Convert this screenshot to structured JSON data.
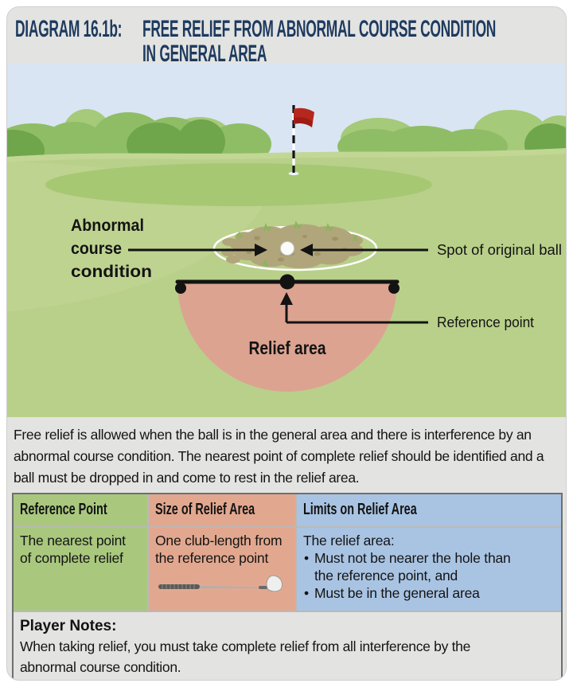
{
  "title": {
    "label": "DIAGRAM 16.1b:",
    "line1": "FREE RELIEF FROM ABNORMAL COURSE CONDITION",
    "line2": "IN GENERAL AREA"
  },
  "scene": {
    "abnormal1": "Abnormal",
    "abnormal2": "course",
    "abnormal3": "condition",
    "spot": "Spot of original ball",
    "reference": "Reference point",
    "relief": "Relief area"
  },
  "intro": {
    "text": "Free relief is allowed when the ball is in the general area and there is interference by an abnormal course condition. The nearest point of complete relief should be identified and a ball must be dropped in and come to rest in the relief area."
  },
  "table": {
    "reference_point": {
      "header": "Reference Point",
      "body": "The nearest point of complete relief"
    },
    "size": {
      "header": "Size of Relief Area",
      "body": "One club-length from the reference point"
    },
    "limits": {
      "header": "Limits on Relief Area",
      "intro": "The relief area:",
      "bullets": [
        "Must not be nearer the hole than the reference point, and",
        "Must be in the general area"
      ]
    }
  },
  "notes": {
    "title": "Player Notes:",
    "body": "When taking relief, you must take complete relief from all interference by the abnormal course condition."
  },
  "colors": {
    "title_navy": "#1d3a5f",
    "card_bg": "#e3e3e1",
    "sky": "#d9e5f3",
    "grass": "#b9d08a",
    "grass_light": "#c6d897",
    "putting_green": "#a6c873",
    "tree_light": "#a5ca79",
    "tree_mid": "#8fbd66",
    "tree_dark": "#6fa64b",
    "flag_red": "#b5281e",
    "relief_area": "#dca391",
    "condition_patch": "#b1a67b",
    "table_green": "#a9c87e",
    "table_salmon": "#e2a88f",
    "table_blue": "#a9c4e3"
  }
}
